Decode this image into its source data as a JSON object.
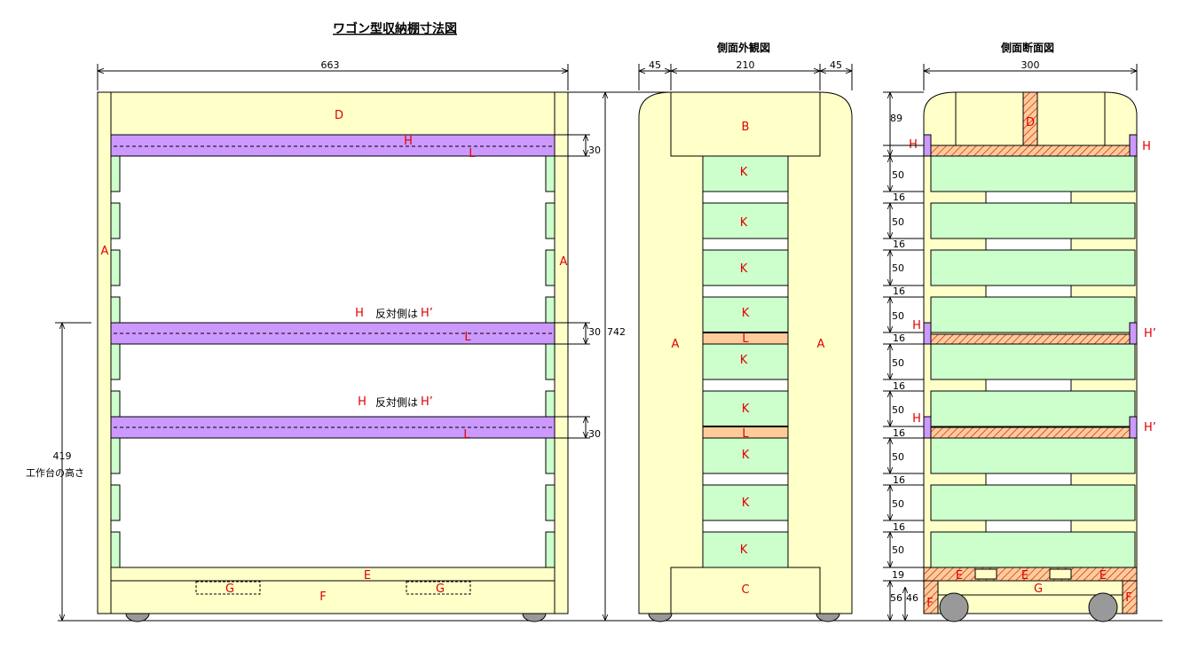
{
  "title": "ワゴン型収納棚寸法図",
  "views": {
    "side_exterior": "側面外観図",
    "side_section": "側面断面図"
  },
  "dims": {
    "front_width": "663",
    "height_total": "742",
    "workbench_height": "419",
    "workbench_label": "工作台の高さ",
    "shelf_h": "30",
    "side_a": "45",
    "side_b": "210",
    "section_width": "300",
    "top": "89",
    "drawer": "50",
    "gap": "16",
    "base_e": "19",
    "base_f": "56",
    "base_g": "46"
  },
  "parts": {
    "A": "A",
    "B": "B",
    "C": "C",
    "D": "D",
    "E": "E",
    "F": "F",
    "G": "G",
    "H": "H",
    "Hp": "H’",
    "K": "K",
    "L": "L"
  },
  "notes": {
    "opposite": "反対側は"
  },
  "colors": {
    "panel": "#ffffc8",
    "drawer": "#ccffcc",
    "rail": "#cc99ff",
    "spacer": "#ffcc99",
    "label": "#e00000"
  }
}
